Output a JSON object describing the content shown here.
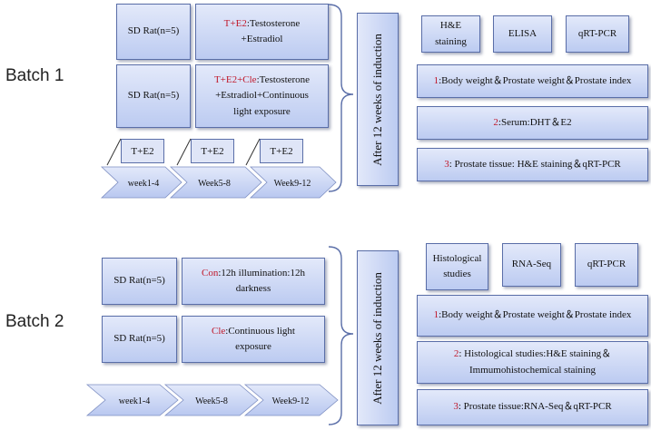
{
  "batch1": {
    "label": "Batch 1",
    "groups": [
      {
        "rat": "SD Rat(n=5)",
        "code": "T+E2",
        "desc1": ":Testosterone",
        "desc2": "+Estradiol",
        "desc3": ""
      },
      {
        "rat": "SD Rat(n=5)",
        "code": "T+E2+Cle",
        "desc1": ":Testosterone",
        "desc2": "+Estradiol+Continuous",
        "desc3": "light exposure"
      }
    ],
    "injection": [
      "T+E2",
      "T+E2",
      "T+E2"
    ],
    "weeks": [
      "week1-4",
      "Week5-8",
      "Week9-12"
    ],
    "induction": "After 12 weeks of induction",
    "methods": [
      "H&E staining",
      "ELISA",
      "qRT-PCR"
    ],
    "outcomes": [
      {
        "num": "1",
        "text": ":Body weight＆Prostate weight＆Prostate index"
      },
      {
        "num": "2",
        "text": ":Serum:DHT＆E2"
      },
      {
        "num": "3",
        "text": ": Prostate tissue: H&E staining＆qRT-PCR"
      }
    ]
  },
  "batch2": {
    "label": "Batch 2",
    "groups": [
      {
        "rat": "SD Rat(n=5)",
        "code": "Con",
        "desc1": ":12h illumination:12h",
        "desc2": "darkness"
      },
      {
        "rat": "SD Rat(n=5)",
        "code": "Cle",
        "desc1": ":Continuous light",
        "desc2": "exposure"
      }
    ],
    "weeks": [
      "week1-4",
      "Week5-8",
      "Week9-12"
    ],
    "induction": "After 12 weeks of induction",
    "methods": [
      "Histological studies",
      "RNA-Seq",
      "qRT-PCR"
    ],
    "outcomes": [
      {
        "num": "1",
        "line1": ":Body weight＆Prostate weight＆Prostate index",
        "line2": ""
      },
      {
        "num": "2",
        "line1": ": Histological studies:H&E staining＆",
        "line2": "Immumohistochemical staining"
      },
      {
        "num": "3",
        "line1": ": Prostate tissue:RNA-Seq＆qRT-PCR",
        "line2": ""
      }
    ]
  },
  "colors": {
    "accent_red": "#c0182a",
    "box_fill": "#c9d5f4",
    "border": "#5a6ea8",
    "brace": "#5a6ea8"
  }
}
